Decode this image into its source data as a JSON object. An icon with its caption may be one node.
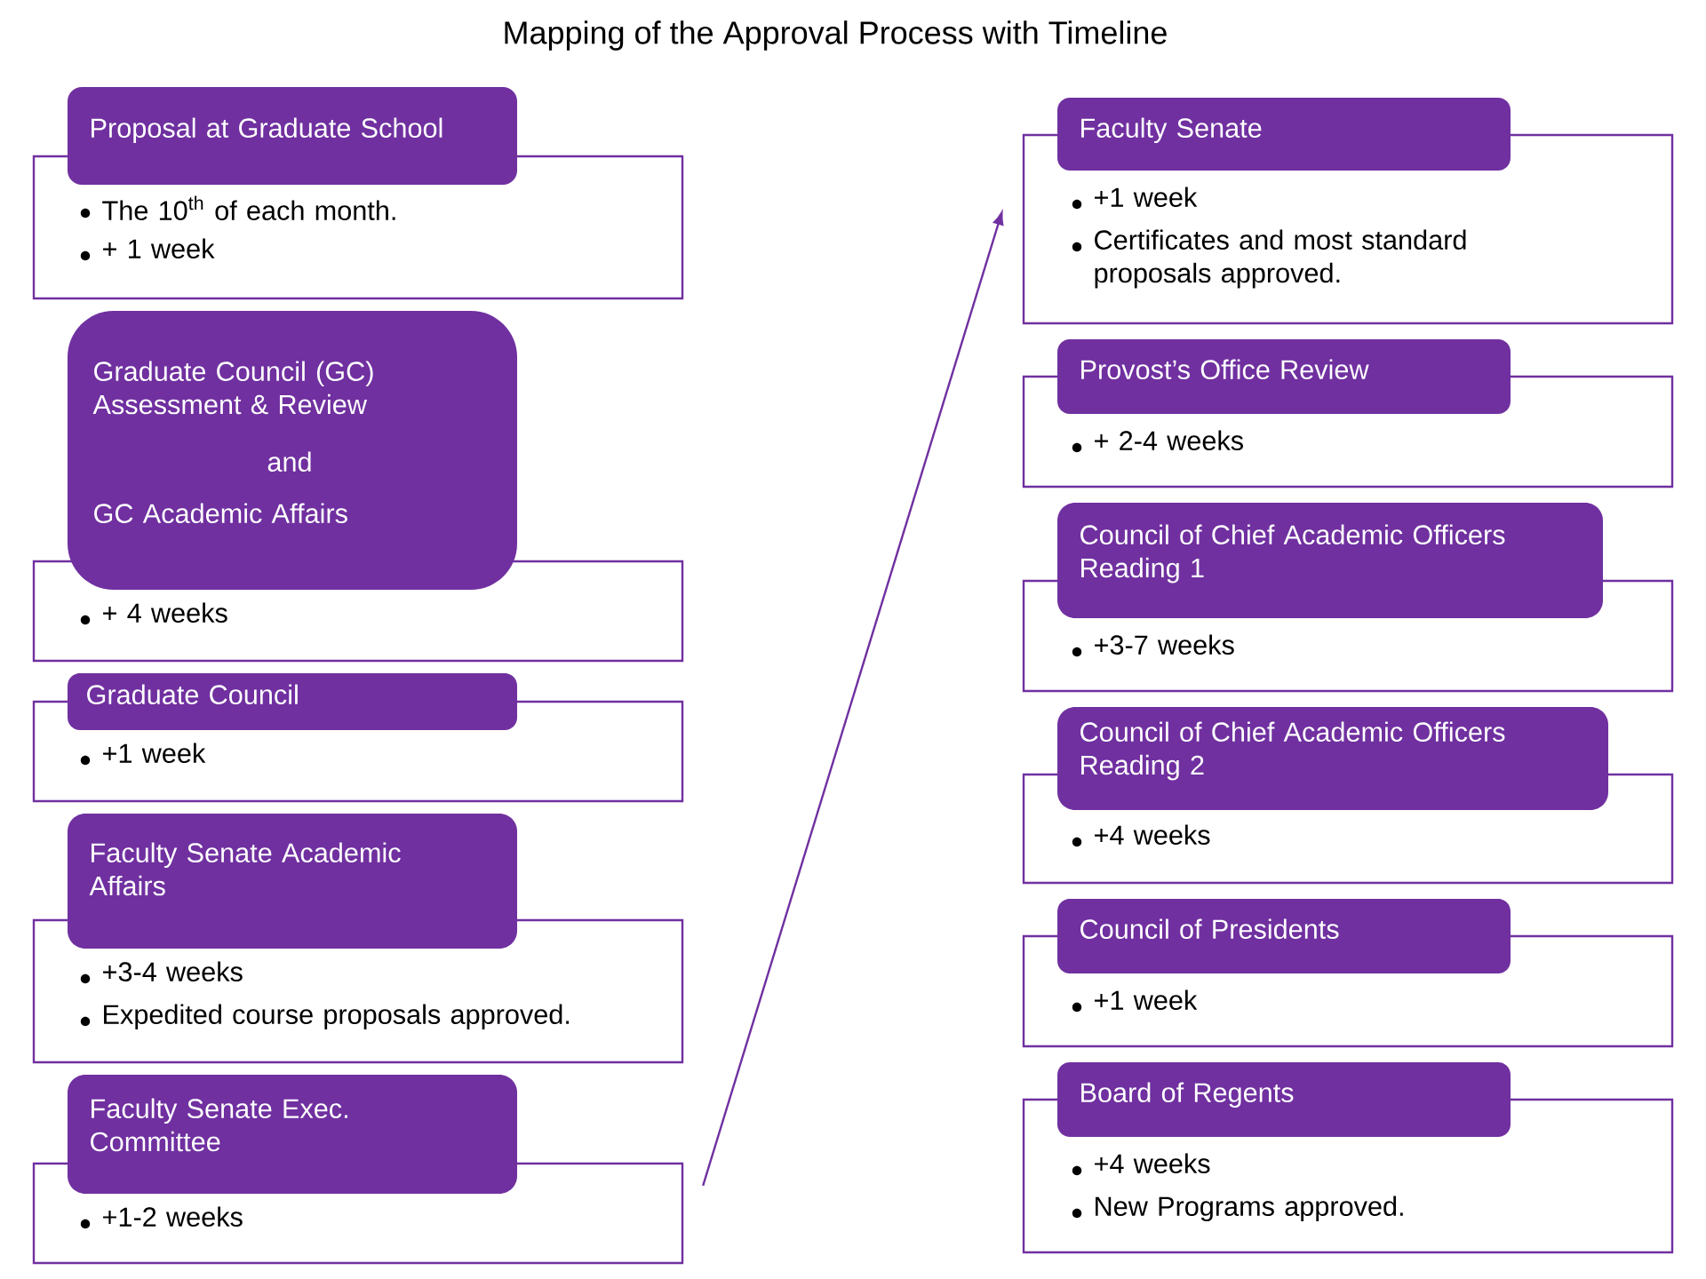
{
  "diagram": {
    "title": "Mapping of the Approval Process with Timeline",
    "nodes": [
      {
        "text": [
          "Proposal at Graduate School"
        ]
      },
      {
        "text": [
          "The 10$^{th}$ of each month.",
          "+ 1 week"
        ]
      },
      {
        "text": [
          "Graduate Council (GC) Assessment & Review",
          "and",
          "GC Academic Affairs"
        ]
      },
      {
        "text": [
          "+ 4 weeks"
        ]
      },
      {
        "text": [
          "Graduate Council"
        ]
      },
      {
        "text": [
          "+1 week"
        ]
      },
      {
        "text": [
          "Faculty Senate Academic Affairs"
        ]
      },
      {
        "text": [
          "+3-4 weeks",
          "Expedited course proposals approved."
        ]
      },
      {
        "text": [
          "Faculty Senate Exec. Committee"
        ]
      },
      {
        "text": [
          "+1-2 weeks"
        ]
      },
      {
        "text": [
          "Faculty Senate"
        ]
      },
      {
        "text": [
          "+1 week",
          "Certificates and most standard proposals approved."
        ]
      },
      {
        "text": [
          "Provost’s Office Review"
        ]
      },
      {
        "text": [
          "+ 2-4 weeks"
        ]
      },
      {
        "text": [
          "Council of Chief Academic Officers Reading 1"
        ]
      },
      {
        "text": [
          "+3-7 weeks"
        ]
      },
      {
        "text": [
          "Council of Chief Academic Officers Reading 2"
        ]
      },
      {
        "text": [
          "+4 weeks"
        ]
      },
      {
        "text": [
          "Council of Presidents"
        ]
      },
      {
        "text": [
          "+1 week"
        ]
      },
      {
        "text": [
          "Board of Regents"
        ]
      },
      {
        "text": [
          "+4 weeks",
          "New Programs approved."
        ]
      }
    ],
    "edges": [
      {
        "from": 9,
        "to": 11,
        "arrow": "to"
      }
    ]
  }
}
